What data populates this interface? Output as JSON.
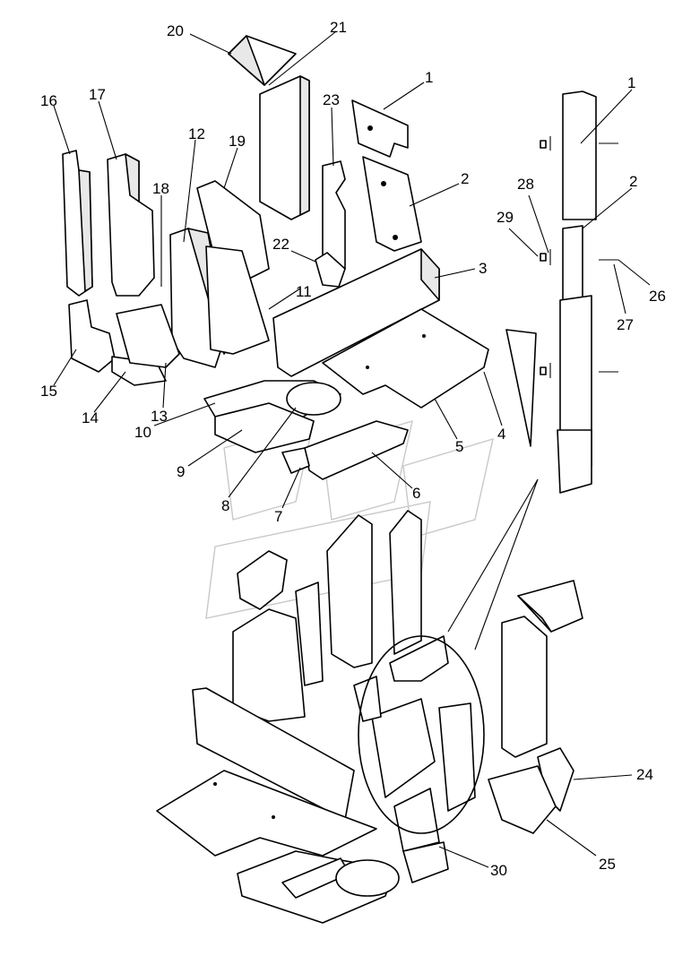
{
  "callouts": [
    {
      "id": "c1a",
      "text": "1"
    },
    {
      "id": "c2a",
      "text": "2"
    },
    {
      "id": "c3",
      "text": "3"
    },
    {
      "id": "c4",
      "text": "4"
    },
    {
      "id": "c5",
      "text": "5"
    },
    {
      "id": "c6",
      "text": "6"
    },
    {
      "id": "c7",
      "text": "7"
    },
    {
      "id": "c8",
      "text": "8"
    },
    {
      "id": "c9",
      "text": "9"
    },
    {
      "id": "c10",
      "text": "10"
    },
    {
      "id": "c11",
      "text": "11"
    },
    {
      "id": "c12",
      "text": "12"
    },
    {
      "id": "c13",
      "text": "13"
    },
    {
      "id": "c14",
      "text": "14"
    },
    {
      "id": "c15",
      "text": "15"
    },
    {
      "id": "c16",
      "text": "16"
    },
    {
      "id": "c17",
      "text": "17"
    },
    {
      "id": "c18",
      "text": "18"
    },
    {
      "id": "c19",
      "text": "19"
    },
    {
      "id": "c20",
      "text": "20"
    },
    {
      "id": "c21",
      "text": "21"
    },
    {
      "id": "c22",
      "text": "22"
    },
    {
      "id": "c23",
      "text": "23"
    },
    {
      "id": "c24",
      "text": "24"
    },
    {
      "id": "c25",
      "text": "25"
    },
    {
      "id": "c26",
      "text": "26"
    },
    {
      "id": "c27",
      "text": "27"
    },
    {
      "id": "c28",
      "text": "28"
    },
    {
      "id": "c29",
      "text": "29"
    },
    {
      "id": "c30",
      "text": "30"
    },
    {
      "id": "c1b",
      "text": "1"
    },
    {
      "id": "c2b",
      "text": "2"
    }
  ]
}
